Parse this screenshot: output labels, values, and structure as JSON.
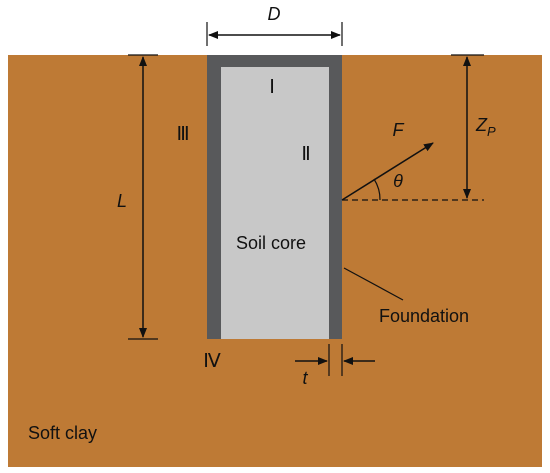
{
  "colors": {
    "soil": "#BE7A35",
    "wall": "#58595B",
    "core": "#C8C8C8",
    "ink": "#111111"
  },
  "labels": {
    "diameter": "D",
    "length": "L",
    "zone_1": "Ⅰ",
    "zone_2": "Ⅱ",
    "zone_3": "Ⅲ",
    "zone_4": "Ⅳ",
    "force": "F",
    "angle": "θ",
    "zp_main": "Z",
    "zp_sub": "P",
    "soil_core": "Soil core",
    "foundation": "Foundation",
    "thickness": "t",
    "soft_clay": "Soft clay"
  },
  "icons": {
    "dimension_arrow": "arrowhead-icon"
  }
}
